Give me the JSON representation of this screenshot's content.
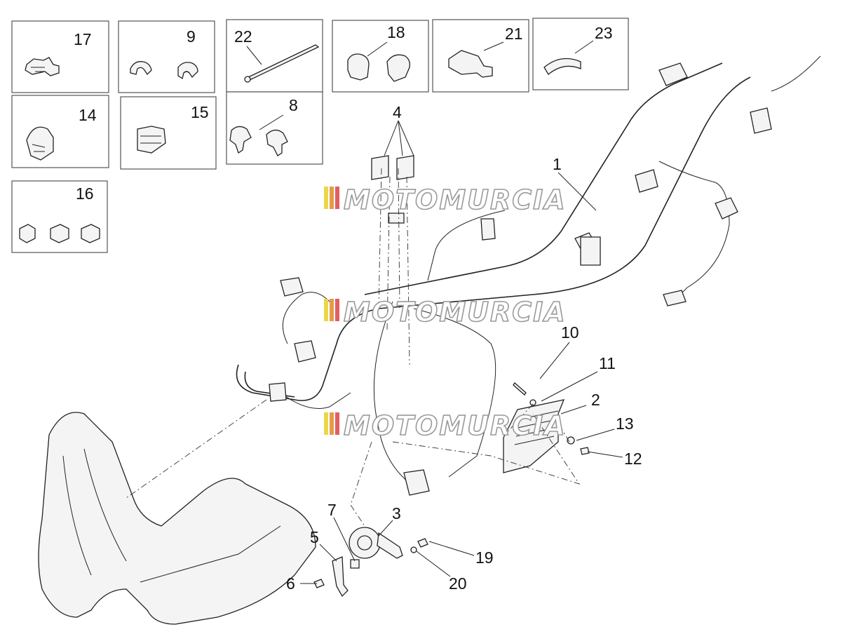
{
  "callouts": {
    "n1": "1",
    "n2": "2",
    "n3": "3",
    "n4": "4",
    "n5": "5",
    "n6": "6",
    "n7": "7",
    "n8": "8",
    "n9": "9",
    "n10": "10",
    "n11": "11",
    "n12": "12",
    "n13": "13",
    "n14": "14",
    "n15": "15",
    "n16": "16",
    "n17": "17",
    "n18": "18",
    "n19": "19",
    "n20": "20",
    "n21": "21",
    "n22": "22",
    "n23": "23"
  },
  "watermark": {
    "text": "MOTOMURCIA",
    "stripe_colors": [
      "#e8d84a",
      "#e89a4a",
      "#e06060"
    ]
  }
}
